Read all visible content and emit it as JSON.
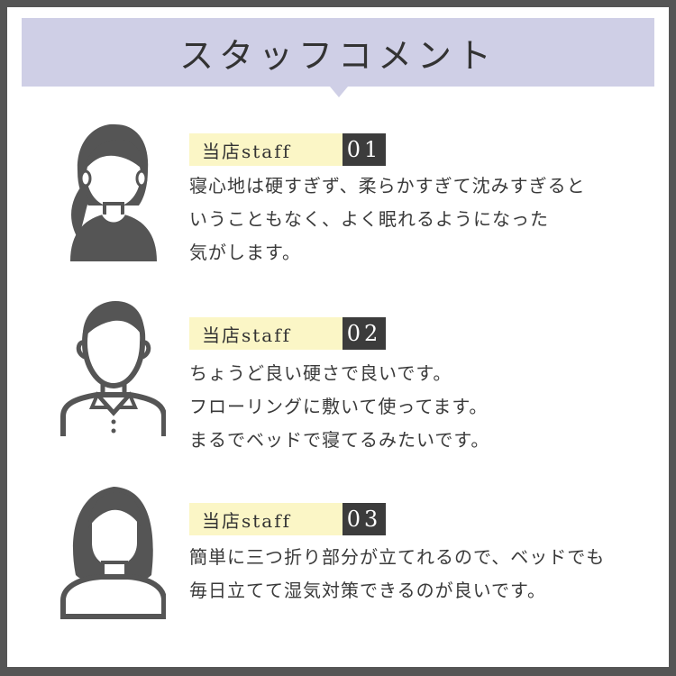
{
  "header": {
    "title": "スタッフコメント"
  },
  "comments": [
    {
      "tag": "当店staff",
      "number": "01",
      "lines": [
        "寝心地は硬すぎず、柔らかすぎて沈みすぎると",
        "いうこともなく、よく眠れるようになった",
        "気がします。"
      ],
      "avatar": "woman-ponytail-icon"
    },
    {
      "tag": "当店staff",
      "number": "02",
      "lines": [
        "ちょうど良い硬さで良いです。",
        "フローリングに敷いて使ってます。",
        "まるでベッドで寝てるみたいです。"
      ],
      "avatar": "man-collared-shirt-icon"
    },
    {
      "tag": "当店staff",
      "number": "03",
      "lines": [
        "簡単に三つ折り部分が立てれるので、ベッドでも",
        "毎日立てて湿気対策できるのが良いです。"
      ],
      "avatar": "woman-long-hair-icon"
    }
  ],
  "colors": {
    "header_bg": "#cfcfe6",
    "tag_bg": "#fbf6c6",
    "number_bg": "#3c3c3c",
    "icon": "#555555",
    "frame": "#555555"
  }
}
